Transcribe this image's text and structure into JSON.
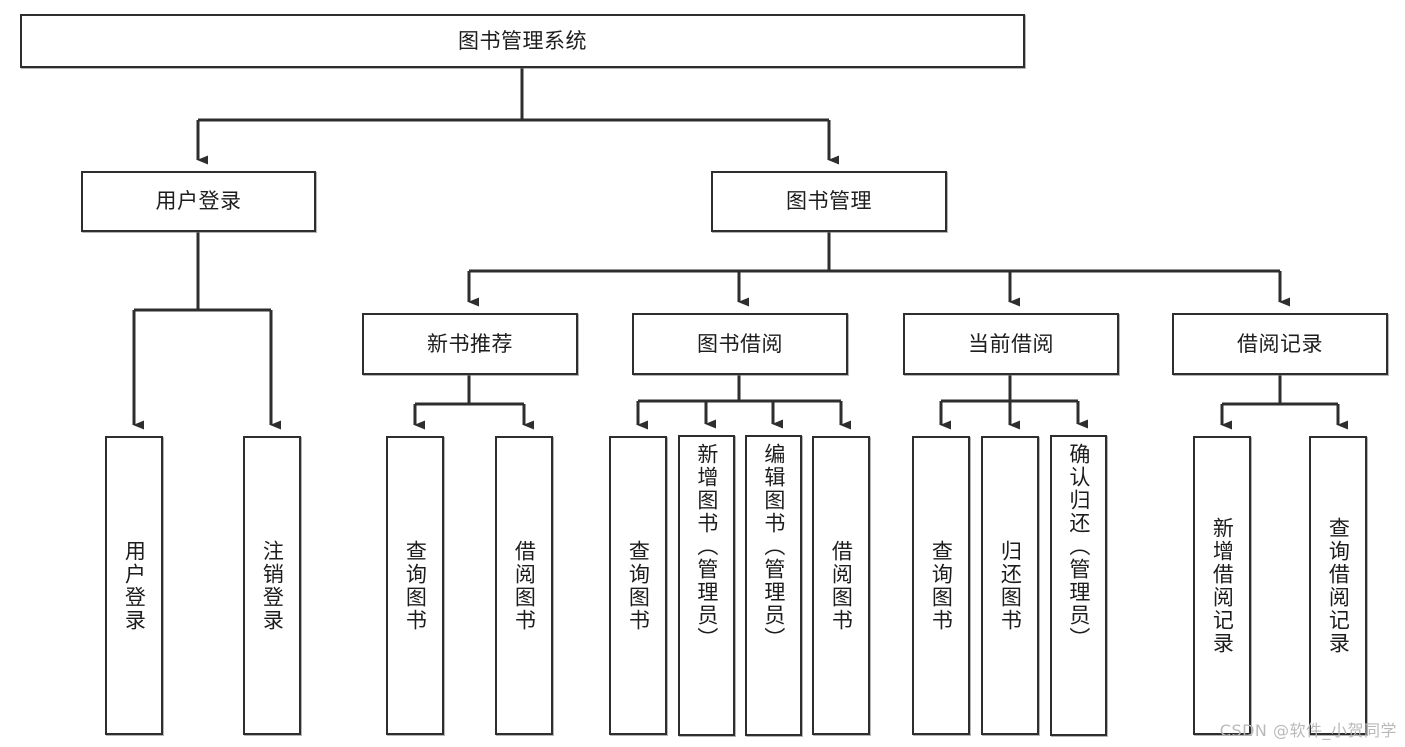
{
  "diagram": {
    "title": "图书管理系统",
    "type": "tree-hierarchy-diagram",
    "colors": {
      "stroke": "#2e2e2e",
      "fill": "#ffffff",
      "text": "#1d1d1d",
      "watermark": "#b9b9b9"
    },
    "nodes": {
      "root": {
        "label": "图书管理系统"
      },
      "level2": [
        {
          "id": "user-login",
          "label": "用户登录"
        },
        {
          "id": "book-management",
          "label": "图书管理"
        }
      ],
      "level3": [
        {
          "id": "new-book-recommend",
          "label": "新书推荐"
        },
        {
          "id": "book-borrow",
          "label": "图书借阅"
        },
        {
          "id": "current-borrow",
          "label": "当前借阅"
        },
        {
          "id": "borrow-record",
          "label": "借阅记录"
        }
      ],
      "leaves": {
        "user-login": [
          {
            "id": "leaf-user-login",
            "label": "用户登录"
          },
          {
            "id": "leaf-user-logout",
            "label": "注销登录"
          }
        ],
        "new-book-recommend": [
          {
            "id": "leaf-query-book-1",
            "label": "查询图书"
          },
          {
            "id": "leaf-borrow-book-1",
            "label": "借阅图书"
          }
        ],
        "book-borrow": [
          {
            "id": "leaf-query-book-2",
            "label": "查询图书"
          },
          {
            "id": "leaf-add-book",
            "label": "新增图书（管理员）"
          },
          {
            "id": "leaf-edit-book",
            "label": "编辑图书（管理员）"
          },
          {
            "id": "leaf-borrow-book-2",
            "label": "借阅图书"
          }
        ],
        "current-borrow": [
          {
            "id": "leaf-query-book-3",
            "label": "查询图书"
          },
          {
            "id": "leaf-return-book",
            "label": "归还图书"
          },
          {
            "id": "leaf-confirm-return",
            "label": "确认归还（管理员）"
          }
        ],
        "borrow-record": [
          {
            "id": "leaf-add-record",
            "label": "新增借阅记录"
          },
          {
            "id": "leaf-query-record",
            "label": "查询借阅记录"
          }
        ]
      }
    },
    "watermark": "CSDN @软件_小贺同学"
  }
}
